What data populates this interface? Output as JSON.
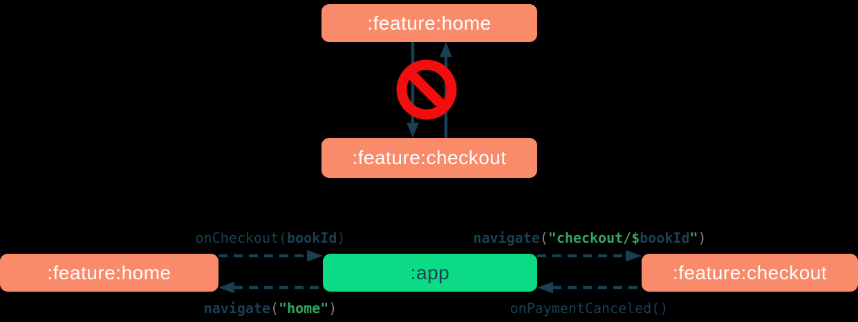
{
  "colors": {
    "background": "#000000",
    "salmon": "#F98A6A",
    "green": "#0BDB84",
    "navy": "#1B3F52",
    "code_green": "#34A45E",
    "code_gray": "#8A8A8A",
    "red": "#F20E0E",
    "box_text_light": "#FFFFFF"
  },
  "top_diagram": {
    "home": ":feature:home",
    "checkout": ":feature:checkout"
  },
  "bottom_diagram": {
    "home": ":feature:home",
    "app": ":app",
    "checkout": ":feature:checkout",
    "on_checkout": {
      "fn": "onCheckout(",
      "arg": "bookId",
      "close": ")"
    },
    "navigate_checkout": {
      "fn": "navigate",
      "open": "(",
      "str1": "\"checkout/$",
      "arg": "bookId",
      "str2": "\"",
      "close": ")"
    },
    "navigate_home": {
      "fn": "navigate",
      "open": "(",
      "str": "\"home\"",
      "close": ")"
    },
    "on_payment_canceled": {
      "fn": "onPaymentCanceled()"
    }
  }
}
